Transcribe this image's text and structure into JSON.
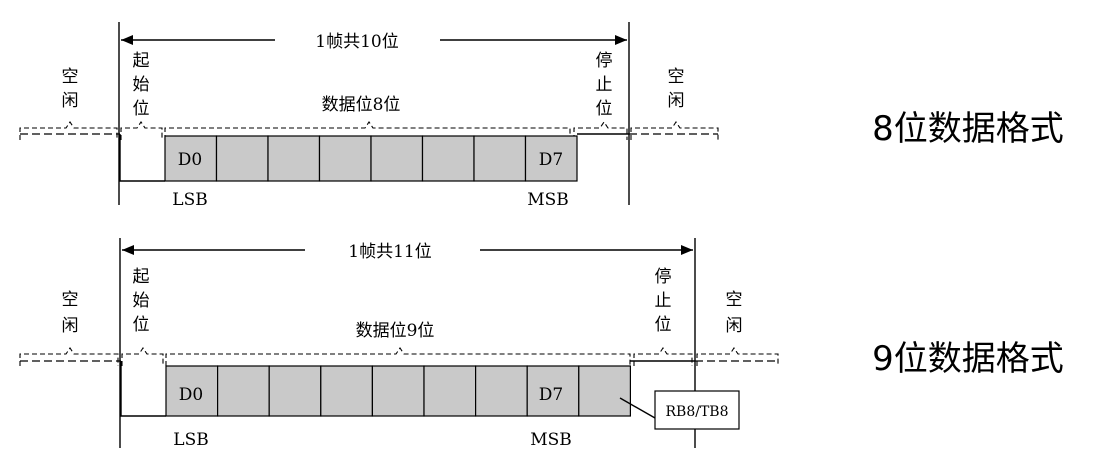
{
  "formats": [
    {
      "frame_label": "1帧共10位",
      "format_title": "8位数据格式",
      "idle_left": [
        "空",
        "闲"
      ],
      "start_bit": [
        "起",
        "始",
        "位"
      ],
      "data_bits_label": "数据位8位",
      "stop_bit": [
        "停",
        "止",
        "位"
      ],
      "idle_right": [
        "空",
        "闲"
      ],
      "first_cell": "D0",
      "last_cell": "D7",
      "lsb": "LSB",
      "msb": "MSB",
      "cell_count": 8
    },
    {
      "frame_label": "1帧共11位",
      "format_title": "9位数据格式",
      "idle_left": [
        "空",
        "闲"
      ],
      "start_bit": [
        "起",
        "始",
        "位"
      ],
      "data_bits_label": "数据位9位",
      "stop_bit": [
        "停",
        "止",
        "位"
      ],
      "idle_right": [
        "空",
        "闲"
      ],
      "first_cell": "D0",
      "last_cell": "D7",
      "lsb": "LSB",
      "msb": "MSB",
      "cell_count": 9,
      "ninth_bit_callout": "RB8/TB8"
    }
  ]
}
